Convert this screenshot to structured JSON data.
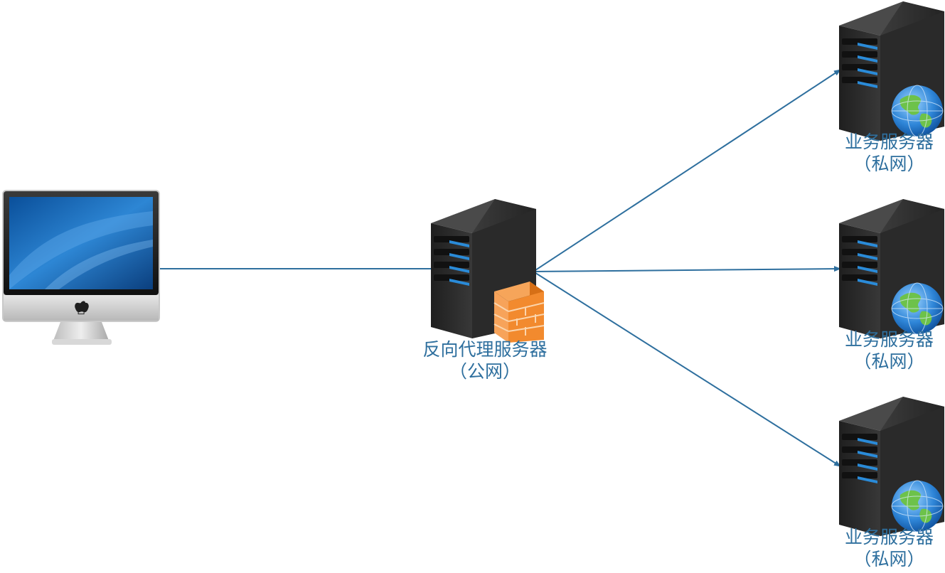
{
  "diagram": {
    "nodes": [
      {
        "id": "client",
        "kind": "computer",
        "icon": "imac-computer-icon"
      },
      {
        "id": "proxy",
        "kind": "server",
        "icon": "server-tower-icon",
        "badge": "firewall-icon",
        "label": {
          "line1": "反向代理服务器",
          "line2": "（公网）"
        }
      },
      {
        "id": "biz1",
        "kind": "server",
        "icon": "server-tower-icon",
        "badge": "globe-icon",
        "label": {
          "line1": "业务服务器",
          "line2": "（私网）"
        }
      },
      {
        "id": "biz2",
        "kind": "server",
        "icon": "server-tower-icon",
        "badge": "globe-icon",
        "label": {
          "line1": "业务服务器",
          "line2": "（私网）"
        }
      },
      {
        "id": "biz3",
        "kind": "server",
        "icon": "server-tower-icon",
        "badge": "globe-icon",
        "label": {
          "line1": "业务服务器",
          "line2": "（私网）"
        }
      }
    ],
    "edges": [
      {
        "from": "client",
        "to": "proxy"
      },
      {
        "from": "proxy",
        "to": "biz1"
      },
      {
        "from": "proxy",
        "to": "biz2"
      },
      {
        "from": "proxy",
        "to": "biz3"
      }
    ],
    "colors": {
      "arrow": "#2e6f9e",
      "label": "#2e6f9e",
      "server_body": "#2b2b2b",
      "server_light": "#2a8bd8",
      "firewall": "#f28a2e",
      "screen": "#1565b0"
    }
  }
}
